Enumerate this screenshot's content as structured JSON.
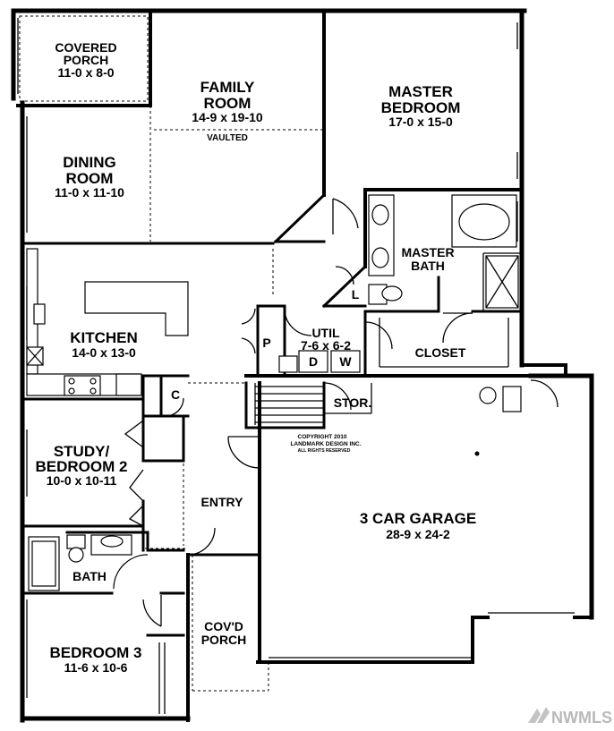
{
  "rooms": {
    "covered_porch": {
      "name1": "COVERED",
      "name2": "PORCH",
      "dims": "11-0 x 8-0"
    },
    "family_room": {
      "name1": "FAMILY",
      "name2": "ROOM",
      "dims": "14-9 x 19-10",
      "note": "VAULTED"
    },
    "master_bedroom": {
      "name1": "MASTER",
      "name2": "BEDROOM",
      "dims": "17-0 x 15-0"
    },
    "dining_room": {
      "name1": "DINING",
      "name2": "ROOM",
      "dims": "11-0 x 11-10"
    },
    "master_bath": {
      "name1": "MASTER",
      "name2": "BATH"
    },
    "kitchen": {
      "name": "KITCHEN",
      "dims": "14-0 x 13-0"
    },
    "util": {
      "name": "UTIL",
      "dims": "7-6 x 6-2",
      "dryer": "D",
      "washer": "W"
    },
    "closet": {
      "name": "CLOSET"
    },
    "linen": {
      "name": "L"
    },
    "pantry": {
      "name": "P"
    },
    "coat": {
      "name": "C"
    },
    "storage": {
      "name": "STOR."
    },
    "study": {
      "name1": "STUDY/",
      "name2": "BEDROOM 2",
      "dims": "10-0 x 10-11"
    },
    "entry": {
      "name": "ENTRY"
    },
    "garage": {
      "name": "3 CAR GARAGE",
      "dims": "28-9 x 24-2"
    },
    "bath": {
      "name": "BATH"
    },
    "covd_porch": {
      "name1": "COV'D",
      "name2": "PORCH"
    },
    "bedroom3": {
      "name": "BEDROOM 3",
      "dims": "11-6 x 10-6"
    }
  },
  "copyright": {
    "line1": "COPYRIGHT 2010",
    "line2": "LANDMARK DESIGN INC.",
    "line3": "ALL RIGHTS RESERVED"
  },
  "watermark": "NWMLS"
}
